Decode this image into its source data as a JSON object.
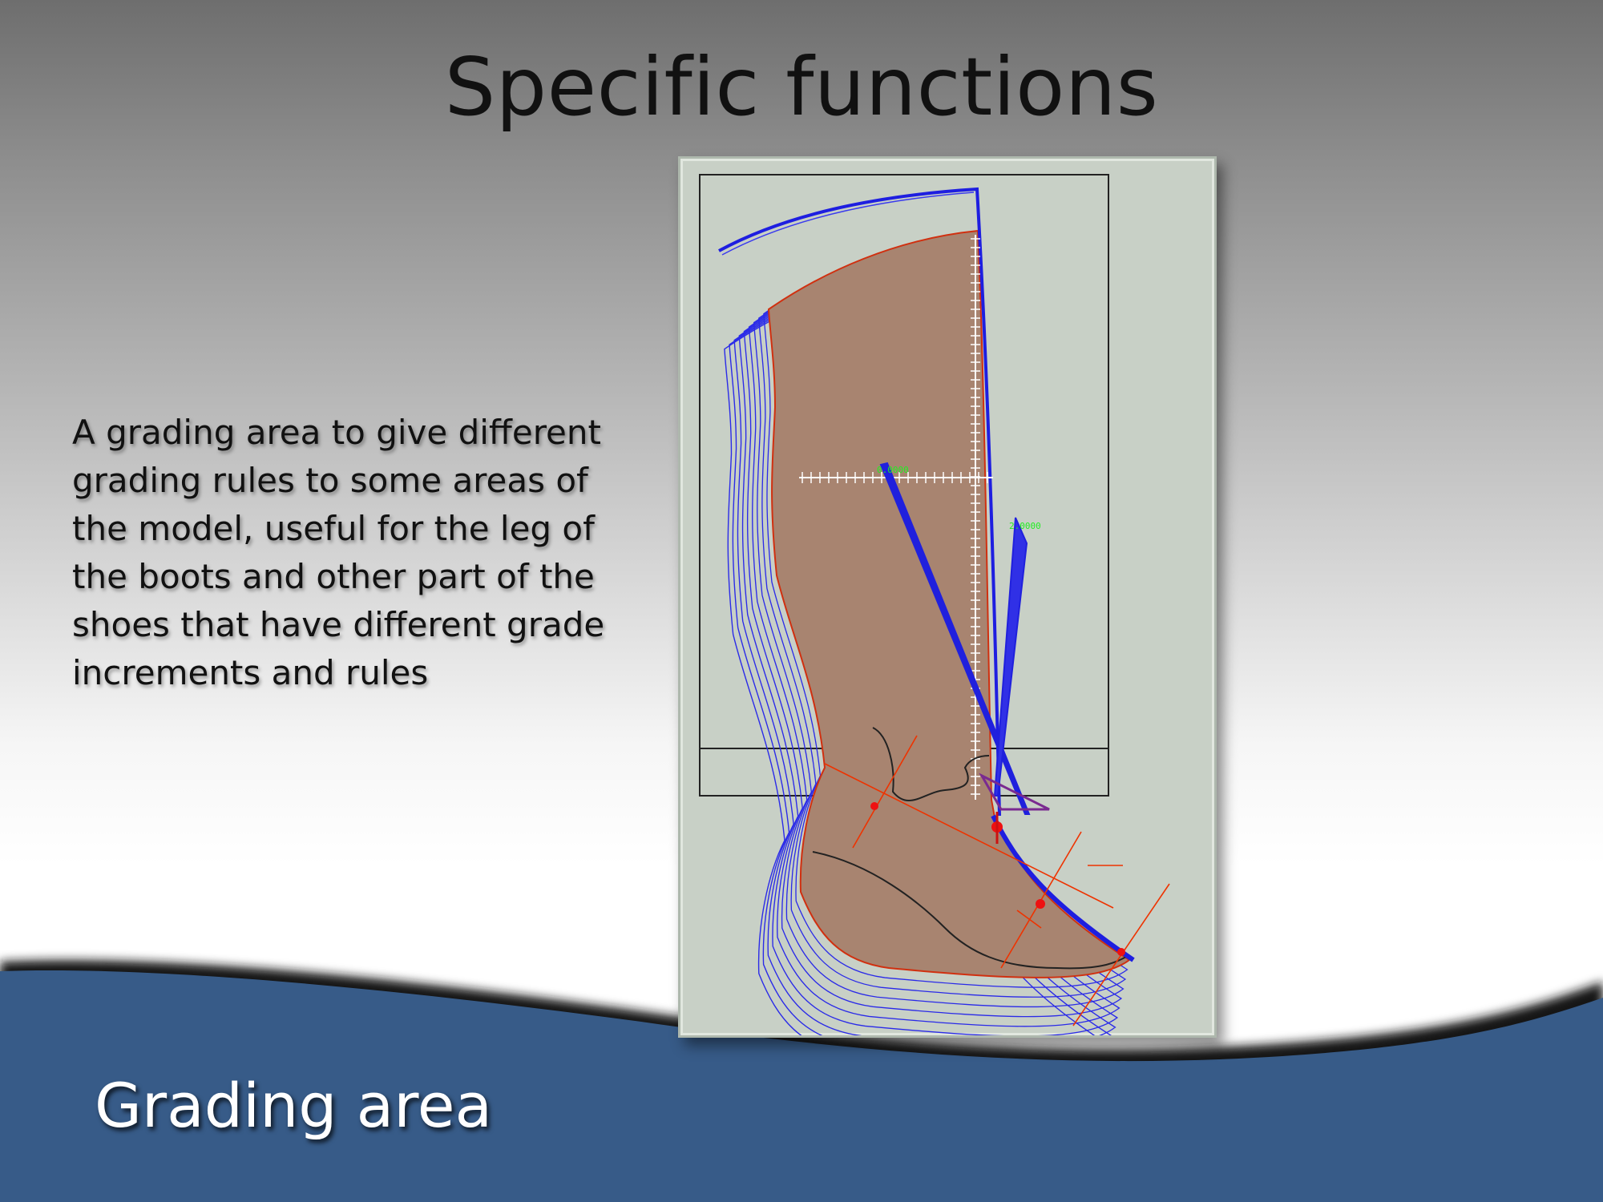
{
  "slide": {
    "title": "Specific functions",
    "description": "A grading area to give different grading rules to some areas of the model, useful for the leg of the boots and other part of the shoes that have different grade increments and rules",
    "footer_title": "Grading area"
  },
  "colors": {
    "footer_band": "#375b88",
    "wave_dark": "#141414",
    "figure_background": "#c8d0c6",
    "pattern_fill": "#a88470",
    "grading_lines": "#2222ee",
    "axis_lines": "#ffffff",
    "construction_lines": "#ee3300",
    "labels": "#22ee22"
  },
  "figure": {
    "label_1": "0.0000",
    "label_2": "2.0000"
  }
}
